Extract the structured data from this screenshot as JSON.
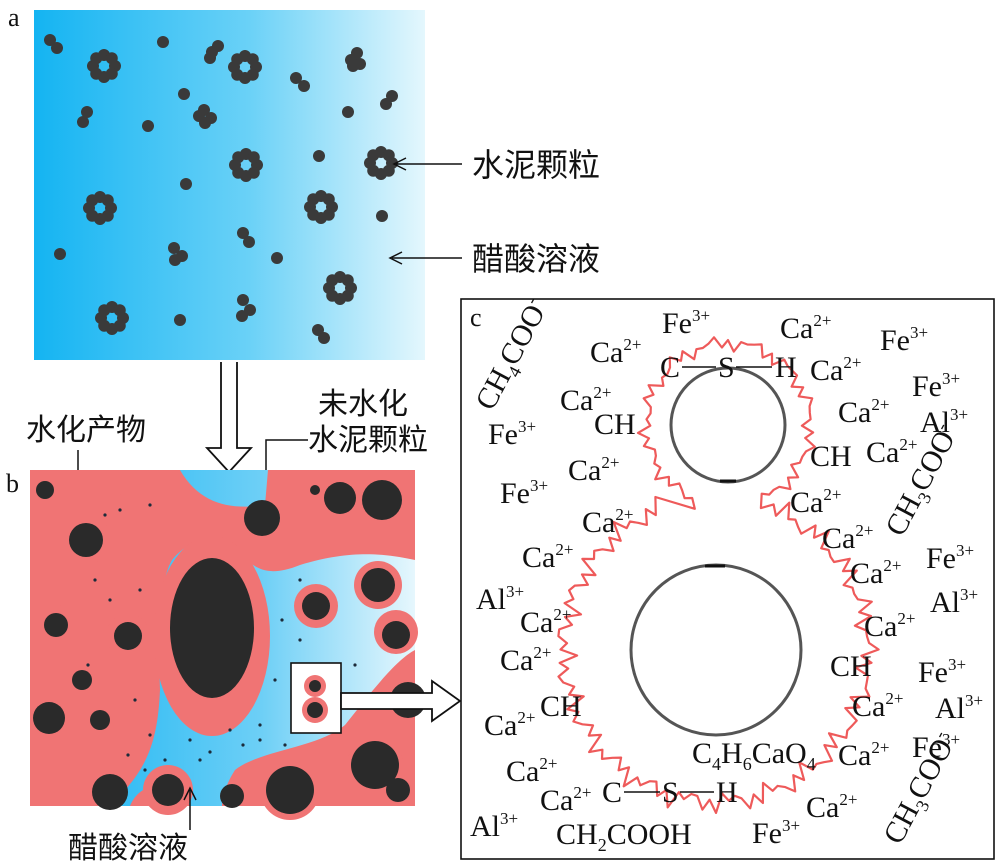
{
  "panels": {
    "a": {
      "letter": "a",
      "callouts": {
        "cement": "水泥颗粒",
        "acid": "醋酸溶液"
      }
    },
    "b": {
      "letter": "b",
      "callouts": {
        "products": "水化产物",
        "unhydrated_line1": "未水化",
        "unhydrated_line2": "水泥颗粒",
        "acid": "醋酸溶液"
      }
    },
    "c": {
      "letter": "c",
      "csh_top": {
        "c": "C",
        "s": "S",
        "h": "H"
      },
      "csh_bottom": {
        "c": "C",
        "s": "S",
        "h": "H"
      },
      "ions": {
        "fe3": "Fe",
        "fe3_sup": "3+",
        "ca2": "Ca",
        "ca2_sup": "2+",
        "al3": "Al",
        "al3_sup": "3+",
        "ch": "CH"
      },
      "formulas": {
        "ch3coo": {
          "a": "CH",
          "sub": "3",
          "b": "COO",
          "sup": "-"
        },
        "ch4coo": {
          "a": "CH",
          "sub": "4",
          "b": "COO",
          "sup": "-"
        },
        "c4h6cao4": {
          "a": "C",
          "s1": "4",
          "b": "H",
          "s2": "6",
          "c": "CaO",
          "s3": "4"
        },
        "ch2cooh": {
          "a": "CH",
          "sub": "2",
          "b": "COOH"
        }
      }
    }
  },
  "colors": {
    "solution_dark": "#14b4f2",
    "solution_light": "#e2f6fd",
    "hydration_product": "#f07474",
    "particle": "#2a2a2a",
    "outline_red": "#ee5a5a"
  }
}
